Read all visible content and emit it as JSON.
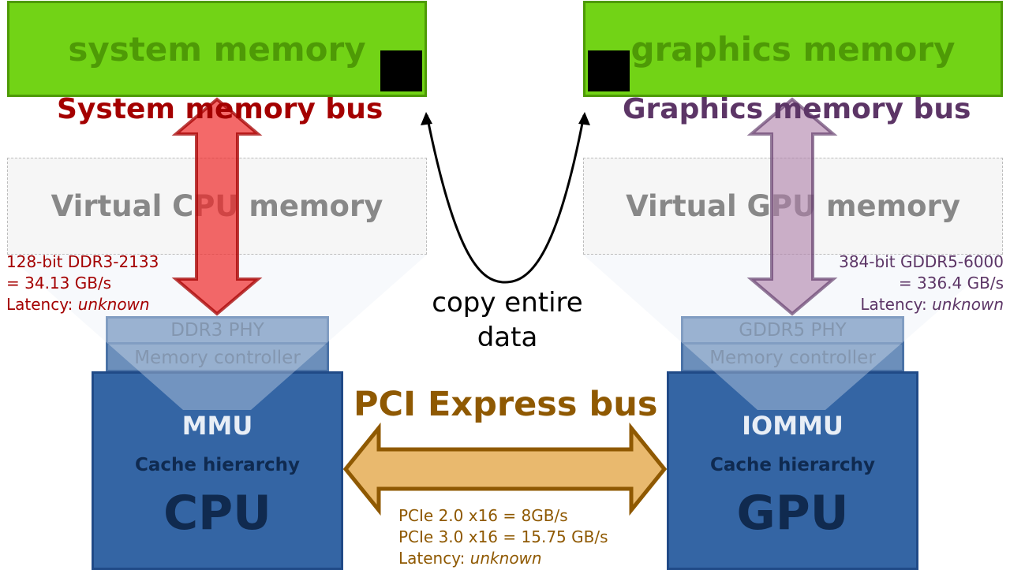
{
  "system_memory": {
    "label": "system memory"
  },
  "graphics_memory": {
    "label": "graphics memory"
  },
  "system_bus": {
    "title": "System memory bus"
  },
  "graphics_bus": {
    "title": "Graphics memory bus"
  },
  "virtual_cpu": {
    "label": "Virtual CPU memory"
  },
  "virtual_gpu": {
    "label": "Virtual GPU memory"
  },
  "cpu_spec": {
    "line1": "128-bit DDR3-2133",
    "line2": "= 34.13 GB/s",
    "latency_label": "Latency: ",
    "latency_value": "unknown"
  },
  "gpu_spec": {
    "line1": "384-bit GDDR5-6000",
    "line2": "= 336.4 GB/s",
    "latency_label": "Latency: ",
    "latency_value": "unknown"
  },
  "copy": {
    "line1": "copy entire",
    "line2": "data"
  },
  "cpu": {
    "phy": "DDR3 PHY",
    "controller": "Memory controller",
    "mmu": "MMU",
    "cache": "Cache hierarchy",
    "name": "CPU"
  },
  "gpu": {
    "phy": "GDDR5 PHY",
    "controller": "Memory controller",
    "mmu": "IOMMU",
    "cache": "Cache hierarchy",
    "name": "GPU"
  },
  "pci": {
    "title": "PCI Express bus",
    "line1": "PCIe 2.0 x16 = 8GB/s",
    "line2": "PCIe 3.0 x16 = 15.75 GB/s",
    "latency_label": "Latency: ",
    "latency_value": "unknown"
  },
  "colors": {
    "memory_green": "#72d316",
    "memory_border": "#4e9a06",
    "system_bus_red": "#a40000",
    "graphics_bus_purple": "#5c3566",
    "chip_blue": "#3465a4",
    "pci_orange": "#8f5902"
  }
}
